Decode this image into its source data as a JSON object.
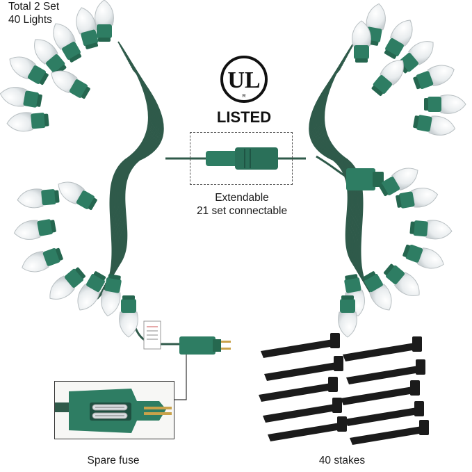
{
  "headline": {
    "line1": "Total 2 Set",
    "line2": "40 Lights"
  },
  "ul_mark": {
    "letters": "UL",
    "registered": "R",
    "listed": "LISTED"
  },
  "connector_callout": {
    "line1": "Extendable",
    "line2": "21 set connectable"
  },
  "fuse_callout": {
    "label": "Spare fuse"
  },
  "stakes_callout": {
    "label": "40 stakes"
  },
  "colors": {
    "wire": "#2f5a4a",
    "socket": "#2e7d63",
    "bulb_glass": "#eef1f2",
    "stake": "#1b1b1b",
    "text": "#1a1a1a"
  }
}
